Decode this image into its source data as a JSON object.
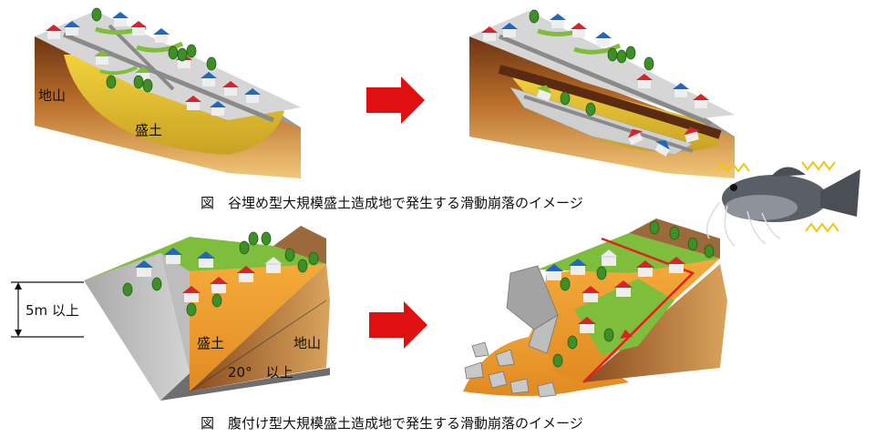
{
  "top": {
    "caption": "図　谷埋め型大規模盛土造成地で発生する滑動崩落のイメージ",
    "label_jiyama": "地山",
    "label_morido": "盛土"
  },
  "bottom": {
    "caption": "図　腹付け型大規模盛土造成地で発生する滑動崩落のイメージ",
    "label_height": "5m 以上",
    "label_morido": "盛土",
    "label_jiyama": "地山",
    "label_angle": "20°　以上"
  },
  "icons": [
    "red-arrow-icon",
    "catfish-icon",
    "quake-zigzag-icon",
    "house-icon",
    "tree-icon"
  ],
  "colors": {
    "arrow": "#e01010",
    "fill_yellow": "#e2bd2a",
    "fill_orange": "#ef9d2e",
    "grass": "#7fbd3c",
    "earth": "#8a4a1d",
    "slide_line": "#e32020"
  }
}
